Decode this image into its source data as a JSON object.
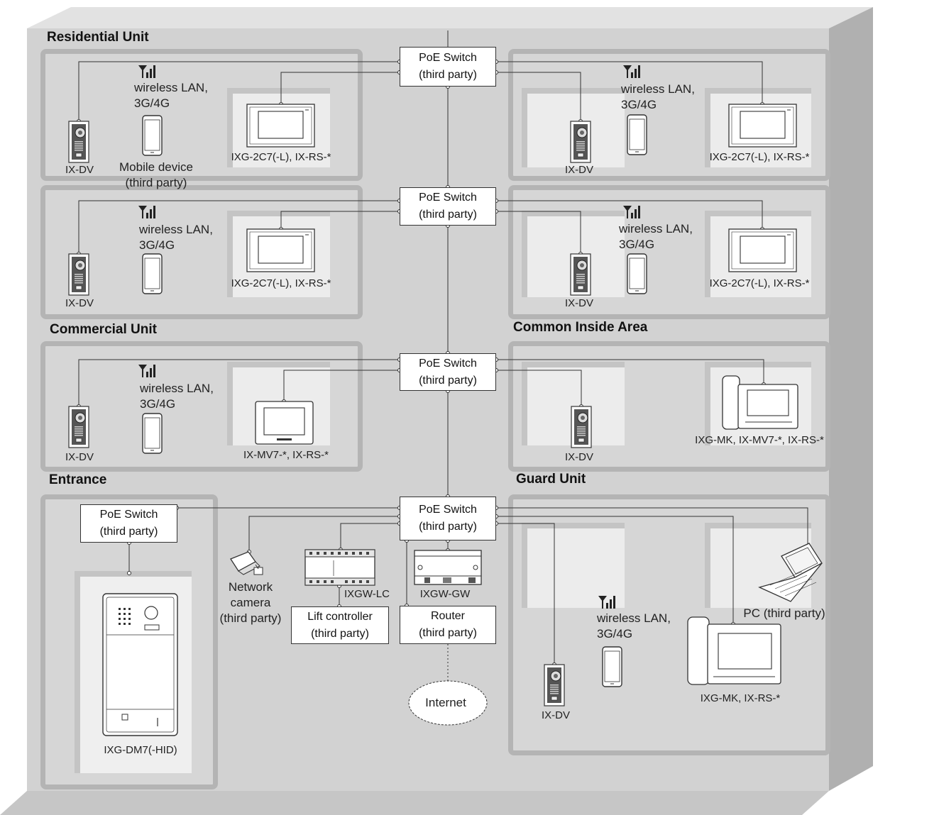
{
  "zones": {
    "residential": "Residential Unit",
    "commercial": "Commercial Unit",
    "common": "Common Inside Area",
    "entrance": "Entrance",
    "guard": "Guard Unit"
  },
  "switch_label": "PoE Switch\n(third party)",
  "wireless_label": "wireless LAN,\n3G/4G",
  "devices": {
    "door_station": "IX-DV",
    "mobile": "Mobile device\n(third party)",
    "monitor_2c7": "IXG-2C7(-L), IX-RS-*",
    "monitor_mv7": "IX-MV7-*, IX-RS-*",
    "common_master": "IXG-MK, IX-MV7-*, IX-RS-*",
    "guard_master": "IXG-MK, IX-RS-*",
    "entrance_panel": "IXG-DM7(-HID)",
    "camera": "Network\ncamera\n(third party)",
    "lift_gw": "IXGW-LC",
    "lift_controller": "Lift controller\n(third party)",
    "gateway": "IXGW-GW",
    "router": "Router\n(third party)",
    "internet": "Internet",
    "pc": "PC (third party)"
  }
}
